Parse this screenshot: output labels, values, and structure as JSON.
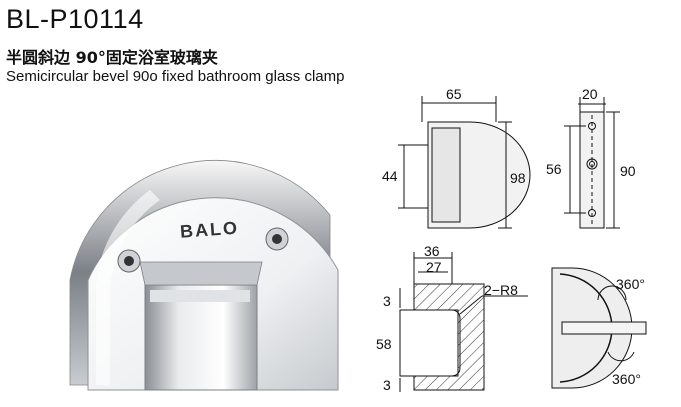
{
  "product": {
    "model": "BL-P10114",
    "title_cn": "半圆斜边 90°固定浴室玻璃夹",
    "title_en": "Semicircular bevel 90o fixed bathroom glass clamp",
    "brand_logo": "BALO"
  },
  "dimensions": {
    "front_width": "65",
    "front_inner_height": "44",
    "front_height": "98",
    "side_width": "20",
    "hole_spacing": "56",
    "side_height": "90",
    "section_outer": "36",
    "section_inner": "27",
    "radius_label": "2−R8",
    "gap_top": "3",
    "glass_thickness": "58",
    "gap_bottom": "3",
    "rotation_top": "360°",
    "rotation_bottom": "360°"
  }
}
